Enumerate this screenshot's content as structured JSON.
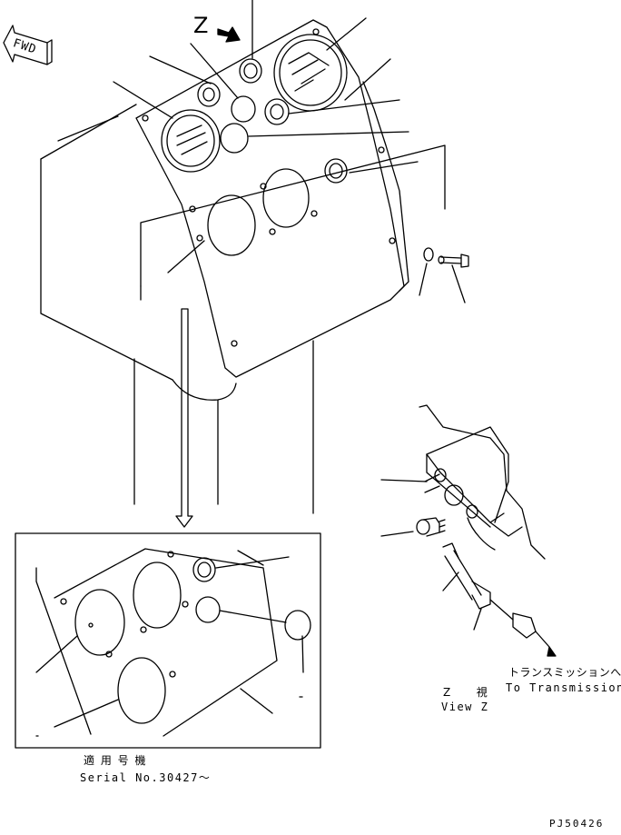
{
  "labels": {
    "view_letter": "Z",
    "fwd": "FWD",
    "view_jp": "Z　　視",
    "view_en": "View Z",
    "to_trans_jp": "トランスミッションへ",
    "to_trans_en": "To Transmission",
    "serial_jp": "適 用 号 機",
    "serial_en": "Serial No.30427～",
    "drawing_code": "PJ50426"
  },
  "colors": {
    "line": "#000000",
    "background": "#ffffff"
  }
}
